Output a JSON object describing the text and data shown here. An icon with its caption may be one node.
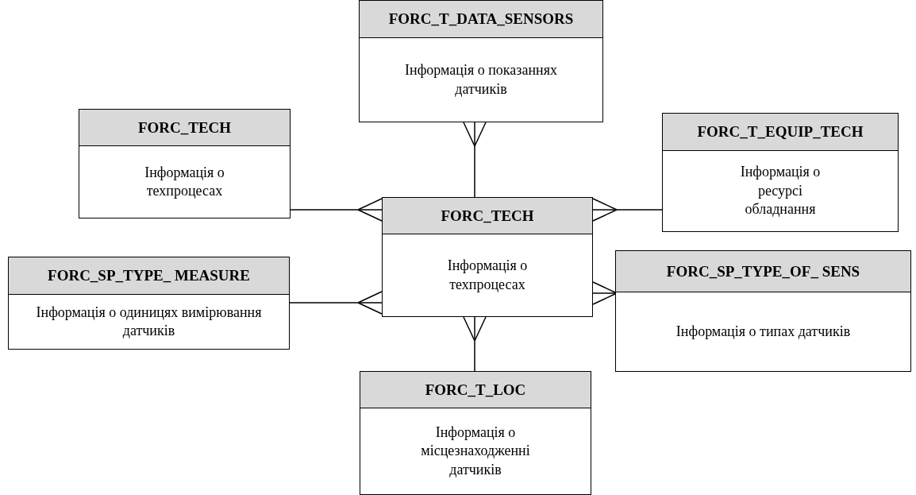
{
  "diagram": {
    "nodes": [
      {
        "text": [
          "FORC_T_DATA_SENSORS",
          "Інформація о показаннях датчиків"
        ]
      },
      {
        "text": [
          "FORC_TECH",
          "Інформація о техпроцесах"
        ]
      },
      {
        "text": [
          "FORC_T_EQUIP_TECH",
          "Інформація о ресурсі обладнання"
        ]
      },
      {
        "text": [
          "FORC_TECH",
          "Інформація о техпроцесах"
        ]
      },
      {
        "text": [
          "FORC_SP_TYPE_ MEASURE",
          "Інформація о одиницях вимірювання датчиків"
        ]
      },
      {
        "text": [
          "FORC_SP_TYPE_OF_ SENS",
          "Інформація о типах датчиків"
        ]
      },
      {
        "text": [
          "FORC_T_LOC",
          "Інформація о місцезнаходженні датчиків"
        ]
      }
    ],
    "edges": [
      {
        "from": 3,
        "to": 0,
        "arrow": "other"
      },
      {
        "from": 1,
        "to": 3,
        "arrow": "other"
      },
      {
        "from": 2,
        "to": 3,
        "arrow": "other"
      },
      {
        "from": 4,
        "to": 3,
        "arrow": "other"
      },
      {
        "from": 5,
        "to": 3,
        "arrow": "other"
      },
      {
        "from": 6,
        "to": 3,
        "arrow": "other"
      }
    ]
  }
}
